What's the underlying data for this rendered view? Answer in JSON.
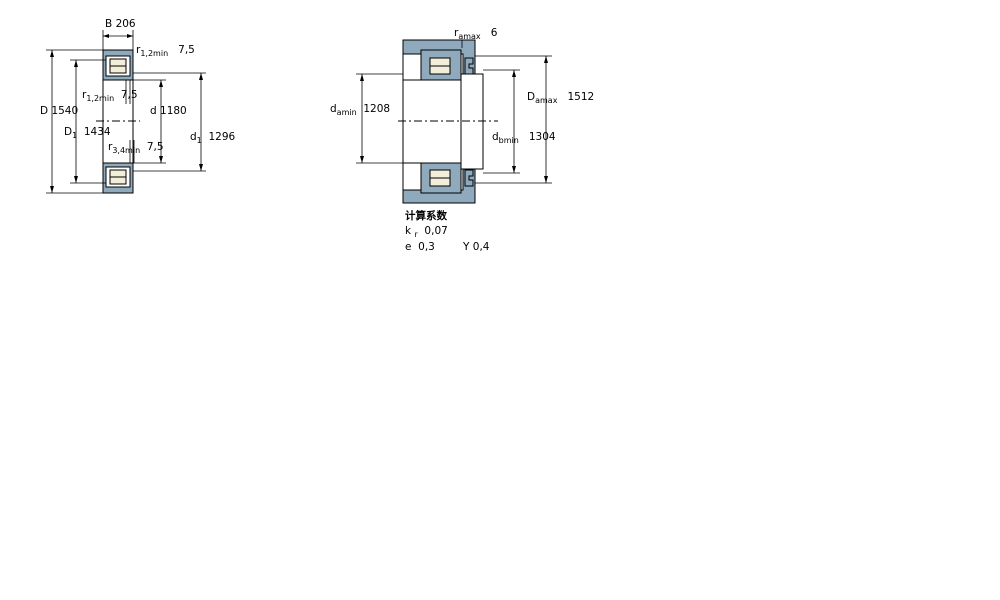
{
  "left_view": {
    "B": {
      "sym": "B",
      "val": "206"
    },
    "r12_top": {
      "sym": "r",
      "sub": "1,2min",
      "val": "7,5"
    },
    "r12_mid": {
      "sym": "r",
      "sub": "1,2min",
      "val": "7,5"
    },
    "r34": {
      "sym": "r",
      "sub": "3,4min",
      "val": "7,5"
    },
    "D": {
      "sym": "D",
      "val": "1540"
    },
    "D1": {
      "sym": "D",
      "sub": "1",
      "val": "1434"
    },
    "d": {
      "sym": "d",
      "val": "1180"
    },
    "d1": {
      "sym": "d",
      "sub": "1",
      "val": "1296"
    }
  },
  "right_view": {
    "ramax": {
      "sym": "r",
      "sub": "amax",
      "val": "6"
    },
    "damin": {
      "sym": "d",
      "sub": "amin",
      "val": "1208"
    },
    "Damax": {
      "sym": "D",
      "sub": "amax",
      "val": "1512"
    },
    "dbmin": {
      "sym": "d",
      "sub": "bmin",
      "val": "1304"
    }
  },
  "calc": {
    "heading": "计算系数",
    "kr": {
      "sym": "k",
      "sub": "r",
      "val": "0,07"
    },
    "e": {
      "sym": "e",
      "val": "0,3"
    },
    "Y": {
      "sym": "Y",
      "val": "0,4"
    }
  },
  "colors": {
    "section_fill": "#8fa9bd",
    "roller_fill": "#f3eeda",
    "line": "#000000"
  }
}
